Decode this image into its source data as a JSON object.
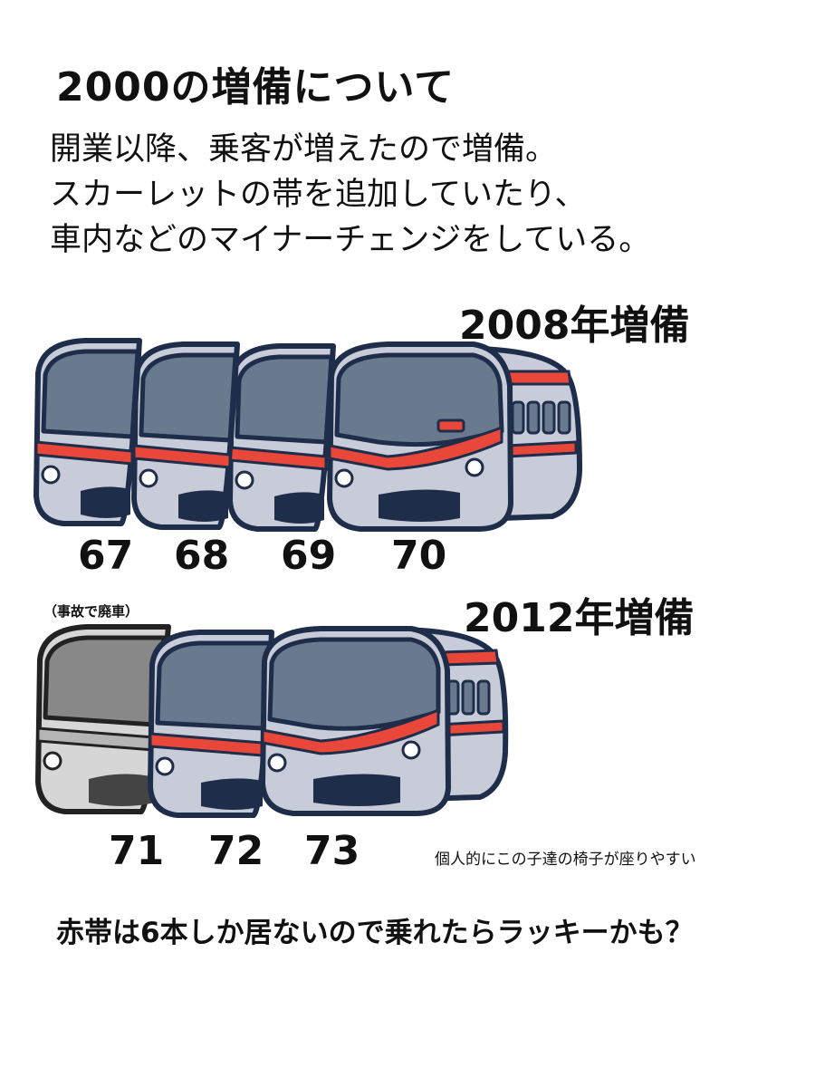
{
  "title": "2000の増備について",
  "description": [
    "開業以降、乗客が増えたので増備。",
    "スカーレットの帯を追加していたり、",
    "車内などのマイナーチェンジをしている。"
  ],
  "groups": [
    {
      "year_label": "2008年増備",
      "cars": [
        "67",
        "68",
        "69",
        "70"
      ]
    },
    {
      "year_label": "2012年増備",
      "cars": [
        "71",
        "72",
        "73"
      ],
      "retired_note": "（事故で廃車）"
    }
  ],
  "side_note": "個人的にこの子達の椅子が座りやすい",
  "footer": "赤帯は6本しか居ないので乗れたらラッキーかも？",
  "colors": {
    "body": "#c8ccd8",
    "window": "#6a7a8e",
    "outline": "#1e2d4a",
    "stripe": "#e8473a",
    "retired_body": "#d6d6d6",
    "retired_window": "#888888"
  }
}
